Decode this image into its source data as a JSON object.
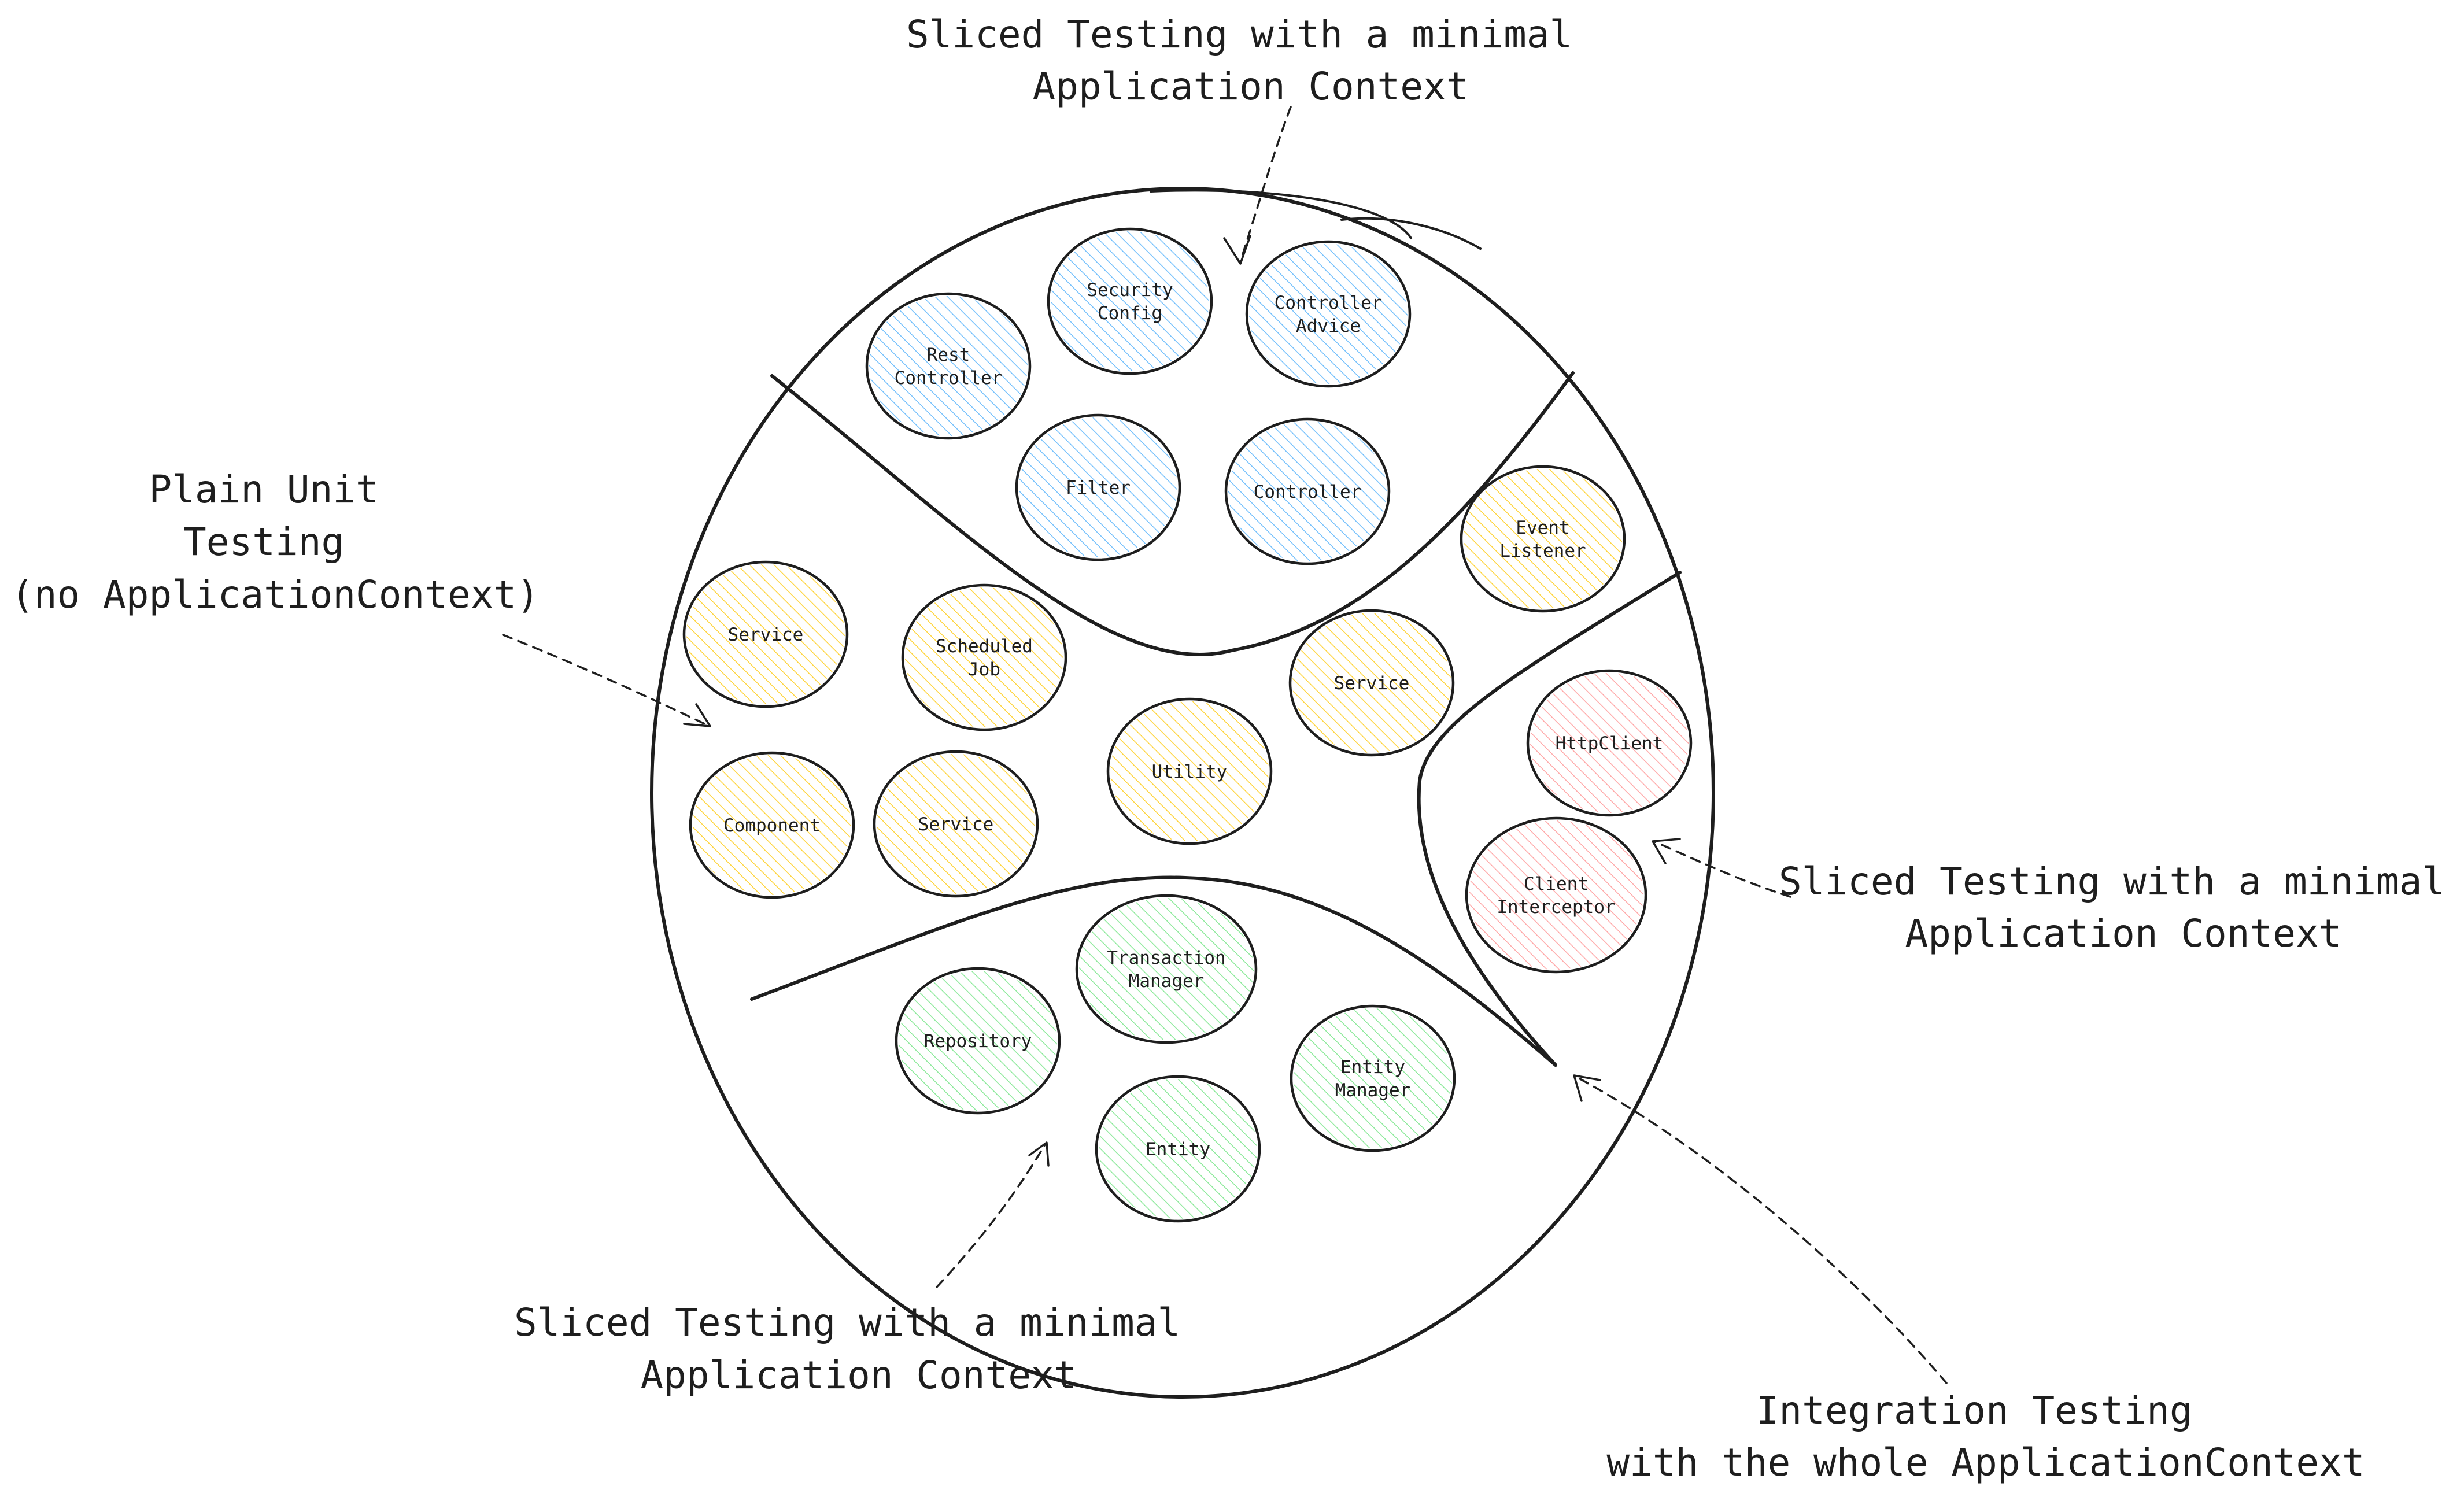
{
  "captions": {
    "top": [
      "Sliced Testing with a minimal",
      "Application Context"
    ],
    "left": [
      "Plain Unit",
      "Testing",
      "(no ApplicationContext)"
    ],
    "right": [
      "Sliced Testing with a minimal",
      "Application Context"
    ],
    "bottom": [
      "Sliced Testing with a minimal",
      "Application Context"
    ],
    "bottom_right": [
      "Integration Testing",
      "with the whole ApplicationContext"
    ]
  },
  "regions": {
    "web": {
      "color": "#a5d8ff",
      "nodes": [
        [
          "Rest",
          "Controller"
        ],
        [
          "Security",
          "Config"
        ],
        [
          "Controller",
          "Advice"
        ],
        [
          "Filter"
        ],
        [
          "Controller"
        ]
      ]
    },
    "core": {
      "color": "#ffec99",
      "nodes": [
        [
          "Event",
          "Listener"
        ],
        [
          "Service"
        ],
        [
          "Scheduled",
          "Job"
        ],
        [
          "Service"
        ],
        [
          "Utility"
        ],
        [
          "Component"
        ],
        [
          "Service"
        ]
      ]
    },
    "http_client": {
      "color": "#ffc9c9",
      "nodes": [
        [
          "HttpClient"
        ],
        [
          "Client",
          "Interceptor"
        ]
      ]
    },
    "data": {
      "color": "#b2f2bb",
      "nodes": [
        [
          "Transaction",
          "Manager"
        ],
        [
          "Repository"
        ],
        [
          "Entity",
          "Manager"
        ],
        [
          "Entity"
        ]
      ]
    }
  }
}
